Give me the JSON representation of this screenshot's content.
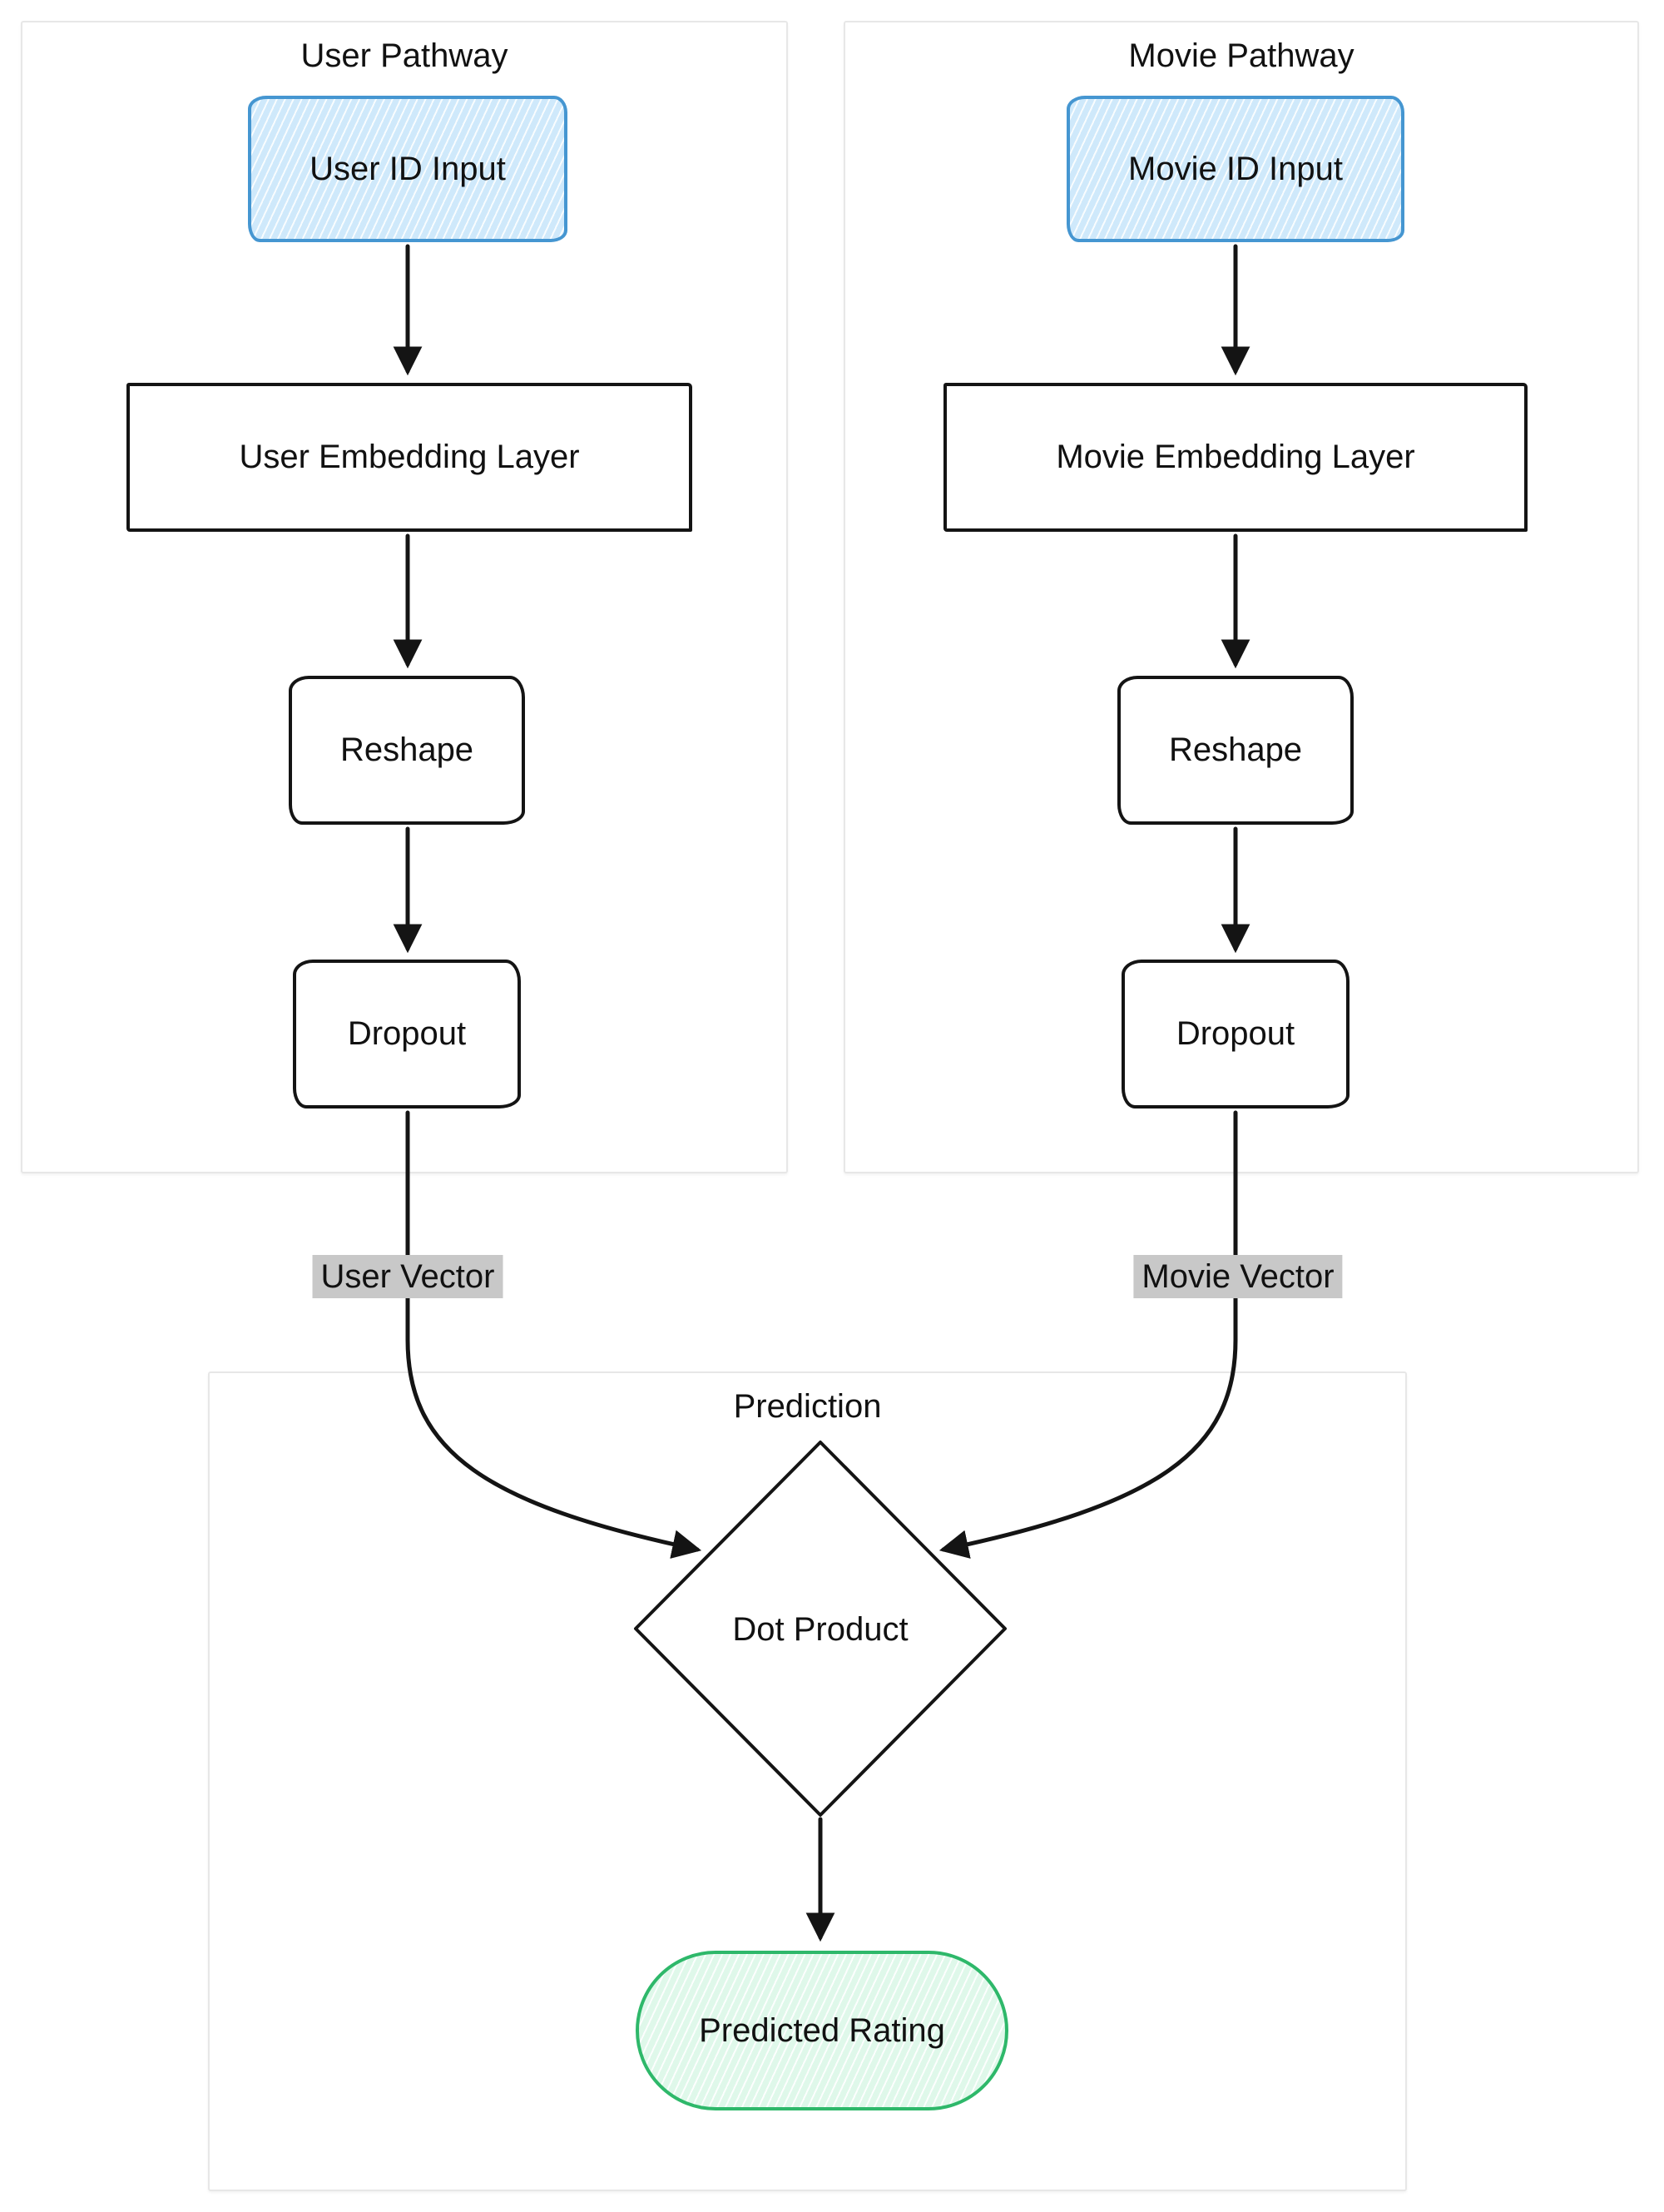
{
  "diagram": {
    "user_pathway": {
      "title": "User Pathway",
      "nodes": {
        "input": "User ID Input",
        "embedding": "User Embedding Layer",
        "reshape": "Reshape",
        "dropout": "Dropout"
      },
      "edge_label": "User Vector"
    },
    "movie_pathway": {
      "title": "Movie Pathway",
      "nodes": {
        "input": "Movie ID Input",
        "embedding": "Movie Embedding Layer",
        "reshape": "Reshape",
        "dropout": "Dropout"
      },
      "edge_label": "Movie Vector"
    },
    "prediction": {
      "title": "Prediction",
      "dot_product": "Dot Product",
      "output": "Predicted Rating"
    },
    "colors": {
      "input_fill": "#cfe9fb",
      "input_border": "#4596d1",
      "output_fill": "#dff8ea",
      "output_border": "#2eb86a",
      "edge_label_bg": "#c8c8c8",
      "node_border": "#141414",
      "container_border": "#e7e7e7"
    }
  }
}
